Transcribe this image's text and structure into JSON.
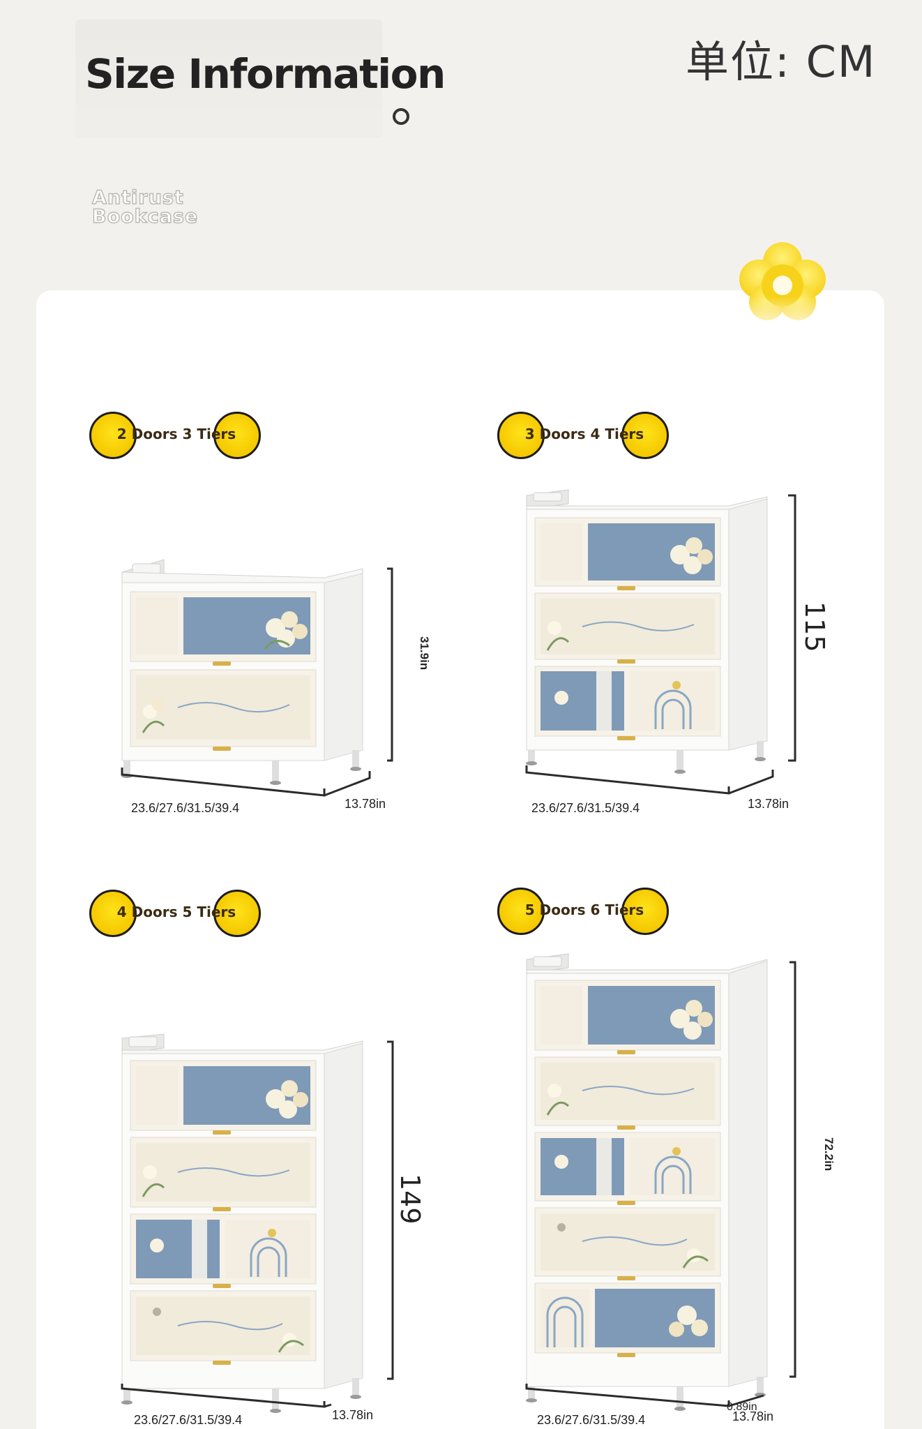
{
  "header": {
    "title": "Size Information",
    "unit": "单位: CM",
    "subtitle": "Antirust Bookcase"
  },
  "products": [
    {
      "name": "2 Doors 3 Tiers",
      "width": "23.6/27.6/31.5/39.4",
      "depth": "13.78in",
      "height": "31.9in"
    },
    {
      "name": "3 Doors 4 Tiers",
      "width": "23.6/27.6/31.5/39.4",
      "depth": "13.78in",
      "height": "115"
    },
    {
      "name": "4 Doors 5 Tiers",
      "width": "23.6/27.6/31.5/39.4",
      "depth": "13.78in",
      "height": "149"
    },
    {
      "name": "5 Doors 6 Tiers",
      "width": "23.6/27.6/31.5/39.4",
      "depth": "13.78in",
      "height": "72.2in",
      "extra": "0.89in"
    }
  ],
  "colors": {
    "background": "#f3f1ee",
    "card": "#ffffff",
    "badge_yellow": "#f5c800",
    "door_blue": "#7f9ab7",
    "door_cream": "#f1ebdc"
  }
}
